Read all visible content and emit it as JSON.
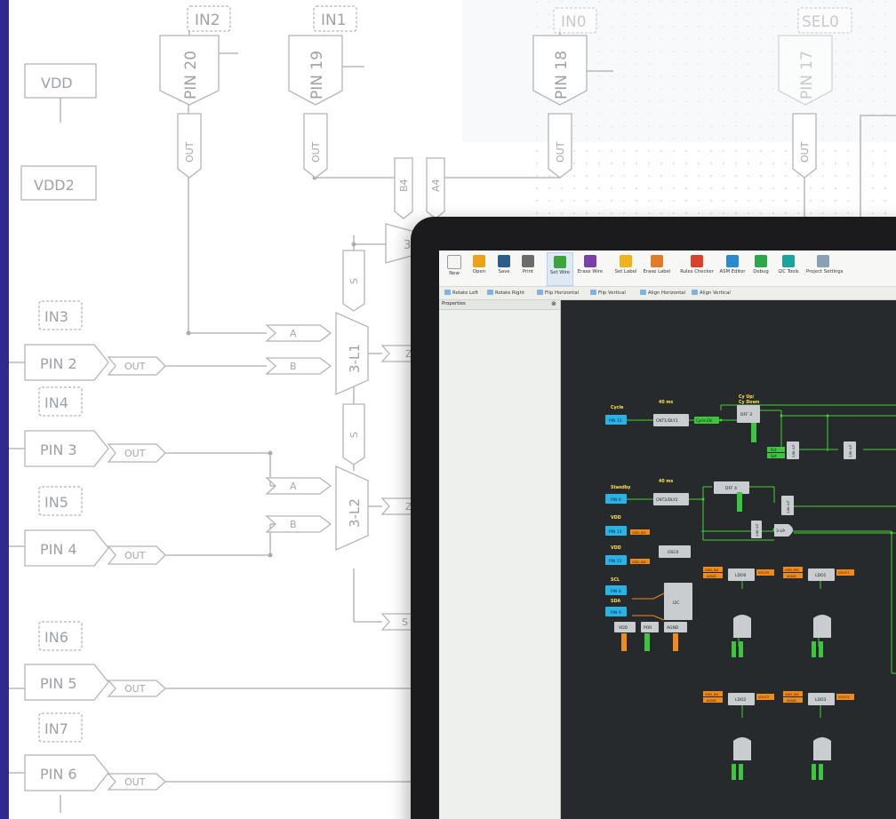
{
  "background_schematic": {
    "top_labels": [
      "IN2",
      "IN1",
      "IN0",
      "SEL0"
    ],
    "vertical_pins": [
      "PIN 20",
      "PIN 19",
      "PIN 18",
      "PIN 17"
    ],
    "out_label": "OUT",
    "supply_labels": [
      "VDD",
      "VDD2"
    ],
    "in_labels": [
      "IN3",
      "IN4",
      "IN5",
      "IN6",
      "IN7"
    ],
    "pin_labels": [
      "PIN 2",
      "PIN 3",
      "PIN 4",
      "PIN 5",
      "PIN 6"
    ],
    "mux_blocks": [
      "3-L1",
      "3-L2"
    ],
    "port_labels": {
      "a": "A",
      "b": "B",
      "s": "S",
      "z": "Z",
      "b4": "B4",
      "a4": "A4",
      "three": "3"
    }
  },
  "app": {
    "ribbon": [
      {
        "label": "New",
        "icon": "new-file-icon",
        "color": "#f4f4f4"
      },
      {
        "label": "Open",
        "icon": "folder-open-icon",
        "color": "#e8a317"
      },
      {
        "label": "Save",
        "icon": "save-disk-icon",
        "color": "#2c5e8c"
      },
      {
        "label": "Print",
        "icon": "printer-icon",
        "color": "#6b6b6b"
      },
      {
        "label": "Set Wire",
        "icon": "set-wire-icon",
        "color": "#3aa63a",
        "active": true
      },
      {
        "label": "Erase Wire",
        "icon": "erase-wire-icon",
        "color": "#7c3ea8"
      },
      {
        "label": "Set Label",
        "icon": "set-label-icon",
        "color": "#f0b21c"
      },
      {
        "label": "Erase Label",
        "icon": "erase-label-icon",
        "color": "#e07b2a"
      },
      {
        "label": "Rules Checker",
        "icon": "ladybug-icon",
        "color": "#d9412b"
      },
      {
        "label": "ASM Editor",
        "icon": "asm-editor-icon",
        "color": "#2a8ad1"
      },
      {
        "label": "Debug",
        "icon": "debug-icon",
        "color": "#2aa84a"
      },
      {
        "label": "I2C Tools",
        "icon": "i2c-tools-icon",
        "color": "#1ba39c"
      },
      {
        "label": "Project Settings",
        "icon": "wrench-icon",
        "color": "#8aa0b4"
      }
    ],
    "toolbar2": [
      "Rotate Left",
      "Rotate Right",
      "Flip Horizontal",
      "Flip Vertical",
      "Align Horizontal",
      "Align Vertical"
    ],
    "properties": {
      "title": "Properties",
      "close": "⊗"
    }
  },
  "circuit": {
    "texts": {
      "cycle": "Cycle",
      "standby": "Standby",
      "ms1": "40 ms",
      "ms2": "40 ms",
      "cyup": "Cy Up/",
      "cydown": "Cy Down",
      "vdd1": "VDD",
      "vdd2": "VDD",
      "scl": "SCL",
      "sda": "SDA"
    },
    "pins": [
      "PIN 10",
      "PIN 6",
      "PIN 12",
      "PIN 15",
      "PIN 8",
      "PIN 9"
    ],
    "blocks": {
      "cnt1": "CNT1/DLY1",
      "cnt2": "CNT2/DLY2",
      "dff3": "DFF 3",
      "dff4": "DFF 4",
      "osc": "OSC0",
      "i2c": "I2C",
      "ldo0": "LDO0",
      "ldo1": "LDO1",
      "ldo2": "LDO2",
      "ldo3": "LDO3",
      "lut3": "3-L9",
      "cycle_en": "Cycle EN",
      "por": "POR",
      "agnd": "AGND",
      "vdd_box": "VDD",
      "lut_a": "3-Bit LUT",
      "lut_b": "3-Bit LUT",
      "lut_c": "3-Bit LUT",
      "lut_d": "3-Bit LUT"
    },
    "tags": {
      "vdd_in1": "VDD_IN1",
      "vdd_in2": "VDD_IN2",
      "vdd_in3": "VDD_IN1",
      "vdd_in4": "VDD_IN2",
      "vdd_in5": "VDD_IN1",
      "vdd_in6": "VDD_IN2",
      "agnd1": "AGND",
      "agnd2": "AGND",
      "agnd3": "AGND",
      "agnd4": "AGND",
      "vout0": "VOUT0",
      "vout1": "VOUT1",
      "vout2": "VOUT2",
      "vout3": "VOUT3",
      "rst": "Rst",
      "set": "Set"
    }
  }
}
